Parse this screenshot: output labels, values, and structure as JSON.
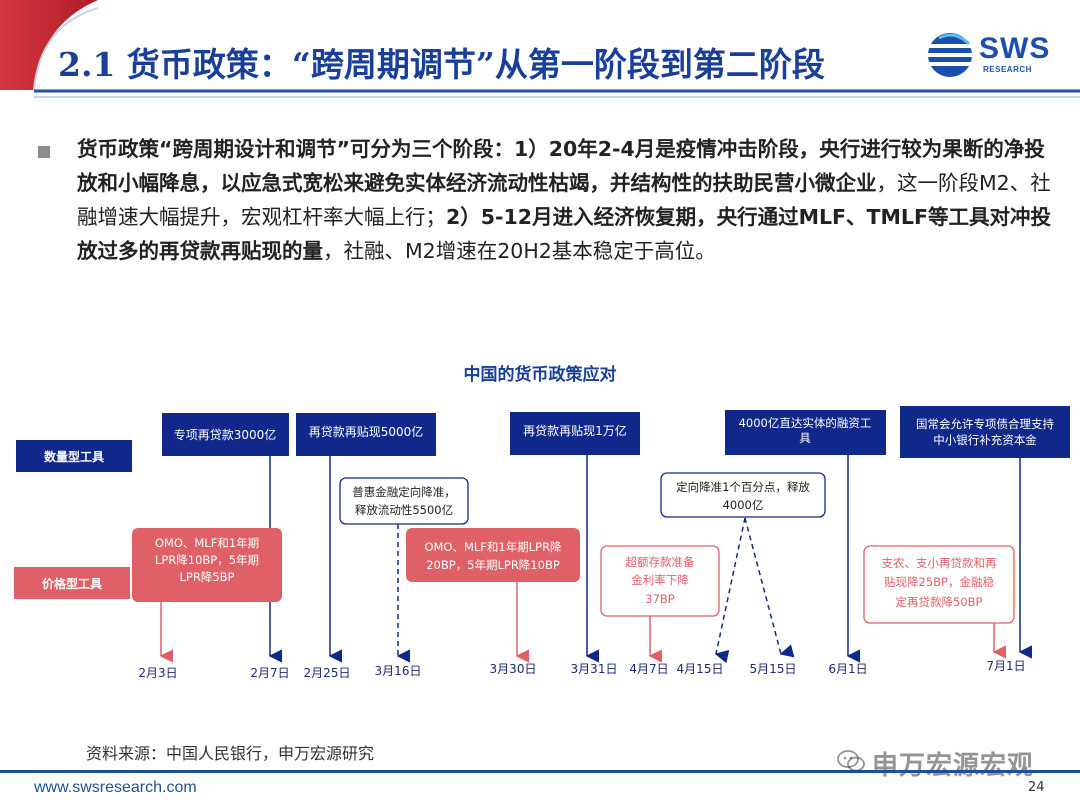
{
  "header": {
    "title": "2.1 货币政策：“跨周期调节”从第一阶段到第二阶段",
    "logo_text": "SWS",
    "logo_sub": "RESEARCH"
  },
  "bullet": {
    "p1_bold": "货币政策“跨周期设计和调节”可分为三个阶段：1）20年2-4月是疫情冲击阶段，央行进行较为果断的净投放和小幅降息，以应急式宽松来避免实体经济流动性枯竭，并结构性的扶助民营小微企业",
    "p2": "，这一阶段M2、社融增速大幅提升，宏观杠杆率大幅上行；",
    "p3_bold": "2）5-12月进入经济恢复期，央行通过MLF、TMLF等工具对冲投放过多的再贷款再贴现的量",
    "p4": "，社融、M2增速在20H2基本稳定于高位。"
  },
  "diagram": {
    "title": "中国的货币政策应对",
    "legend": {
      "quantity": "数量型工具",
      "price": "价格型工具"
    },
    "quantity_boxes": [
      {
        "lines": [
          "专项再贷款3000亿"
        ]
      },
      {
        "lines": [
          "再贷款再贴现5000亿"
        ]
      },
      {
        "lines": [
          "再贷款再贴现1万亿"
        ]
      },
      {
        "lines": [
          "4000亿直达实体的融资工",
          "具"
        ]
      },
      {
        "lines": [
          "国常会允许专项债合理支持",
          "中小银行补充资本金"
        ]
      }
    ],
    "quantity_outline_boxes": [
      {
        "lines": [
          "普惠金融定向降准，",
          "释放流动性5500亿"
        ]
      },
      {
        "lines": [
          "定向降准1个百分点，释放",
          "4000亿"
        ]
      }
    ],
    "price_boxes": [
      {
        "lines": [
          "OMO、MLF和1年期",
          "LPR降10BP，5年期",
          "LPR降5BP"
        ]
      },
      {
        "lines": [
          "OMO、MLF和1年期LPR降",
          "20BP，5年期LPR降10BP"
        ]
      }
    ],
    "price_outline_boxes": [
      {
        "lines": [
          "超额存款准备",
          "金利率下降",
          "37BP"
        ]
      },
      {
        "lines": [
          "支农、支小再贷款和再",
          "贴现降25BP，金融稳",
          "定再贷款降50BP"
        ]
      }
    ],
    "dates": [
      "2月3日",
      "2月7日",
      "2月25日",
      "3月16日",
      "3月30日",
      "3月31日",
      "4月7日",
      "4月15日",
      "5月15日",
      "6月1日",
      "7月1日"
    ]
  },
  "footer": {
    "source": "资料来源：中国人民银行，申万宏源研究",
    "url": "www.swsresearch.com",
    "page": "24",
    "watermark": "申万宏源宏观"
  },
  "colors": {
    "navy": "#10288a",
    "red": "#e06068",
    "title_blue": "#1a3f9a",
    "footer_blue": "#1f4f9c"
  }
}
